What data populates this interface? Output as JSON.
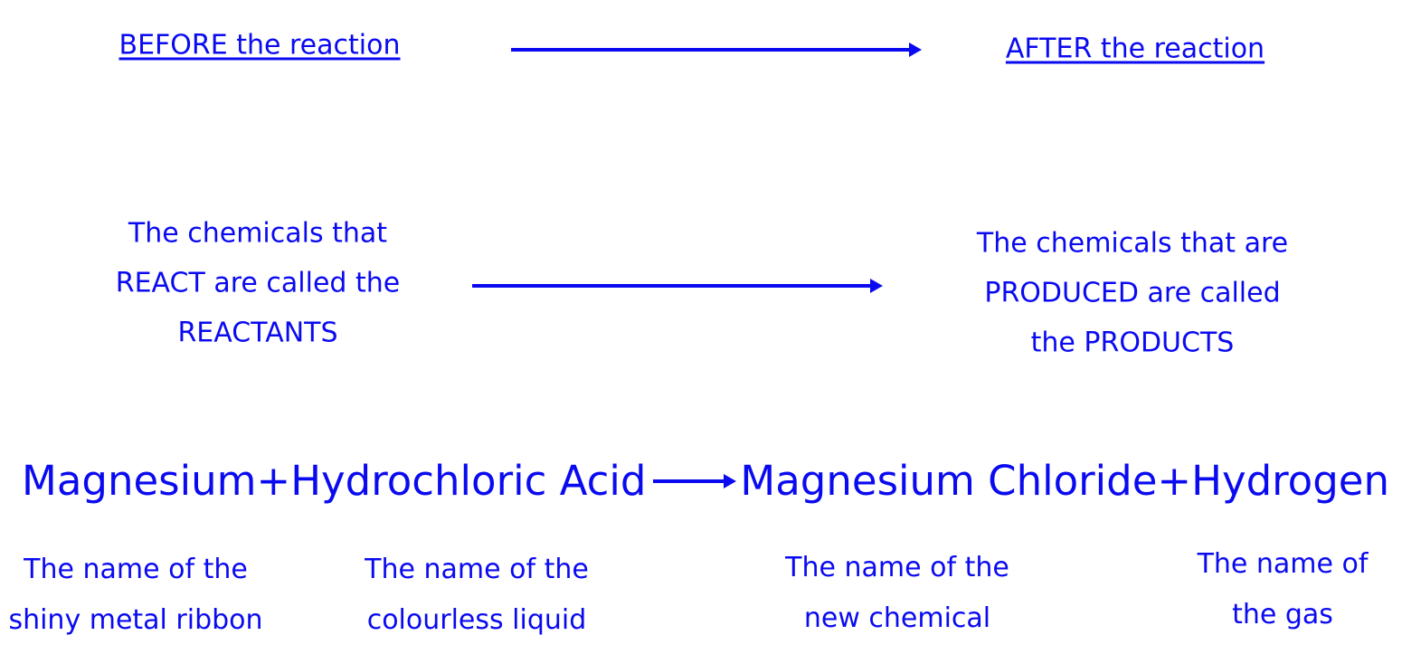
{
  "header": {
    "before": "BEFORE the reaction",
    "after": "AFTER the reaction"
  },
  "reactants_text": [
    "The chemicals that",
    "REACT are called the",
    "REACTANTS"
  ],
  "products_text": [
    "The chemicals that are",
    "PRODUCED are called",
    "the PRODUCTS"
  ],
  "equation": {
    "reactant1": "Magnesium",
    "plus1": "+",
    "reactant2": "Hydrochloric Acid",
    "product1": "Magnesium Chloride",
    "plus2": "+",
    "product2": "Hydrogen"
  },
  "labels": [
    [
      "The name of the",
      "shiny metal ribbon"
    ],
    [
      "The name of the",
      "colourless liquid"
    ],
    [
      "The name of the",
      "new chemical"
    ],
    [
      "The name of",
      "the gas"
    ]
  ],
  "colors": {
    "text": "#0a0af0"
  }
}
